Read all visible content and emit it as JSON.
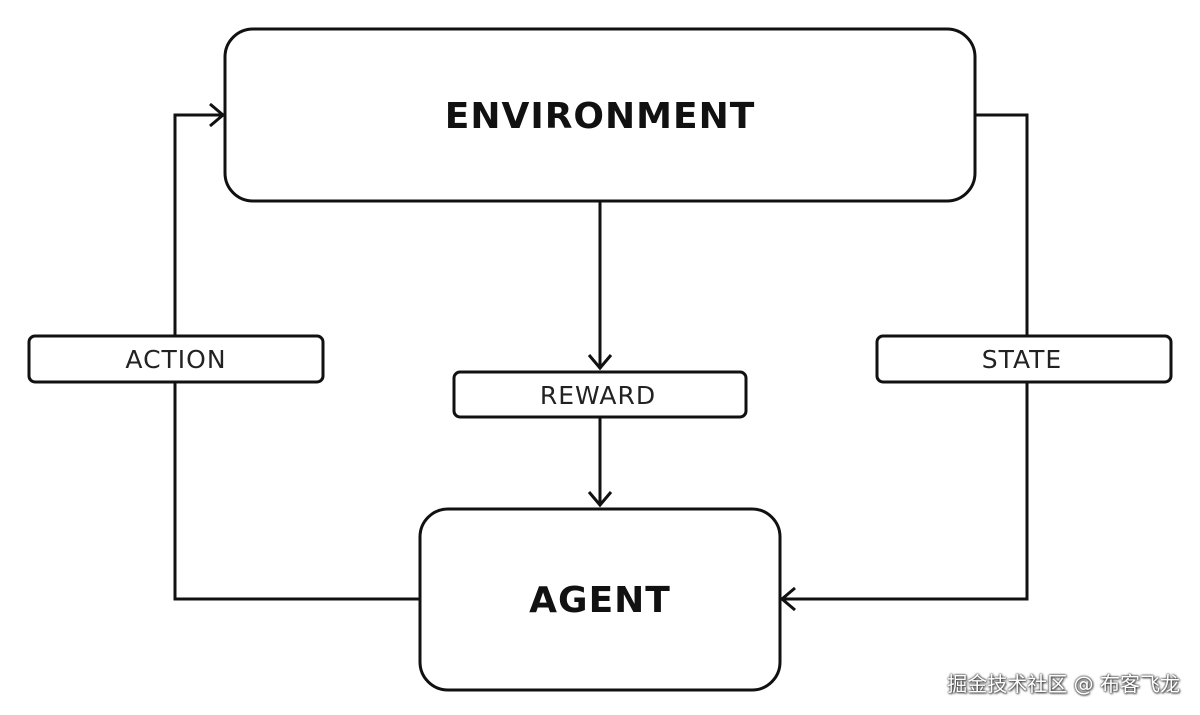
{
  "nodes": {
    "environment": {
      "label": "ENVIRONMENT"
    },
    "agent": {
      "label": "AGENT"
    }
  },
  "edges": {
    "action": {
      "label": "ACTION"
    },
    "reward": {
      "label": "REWARD"
    },
    "state": {
      "label": "STATE"
    }
  },
  "watermark": {
    "text": "掘金技术社区 @ 布客飞龙"
  }
}
